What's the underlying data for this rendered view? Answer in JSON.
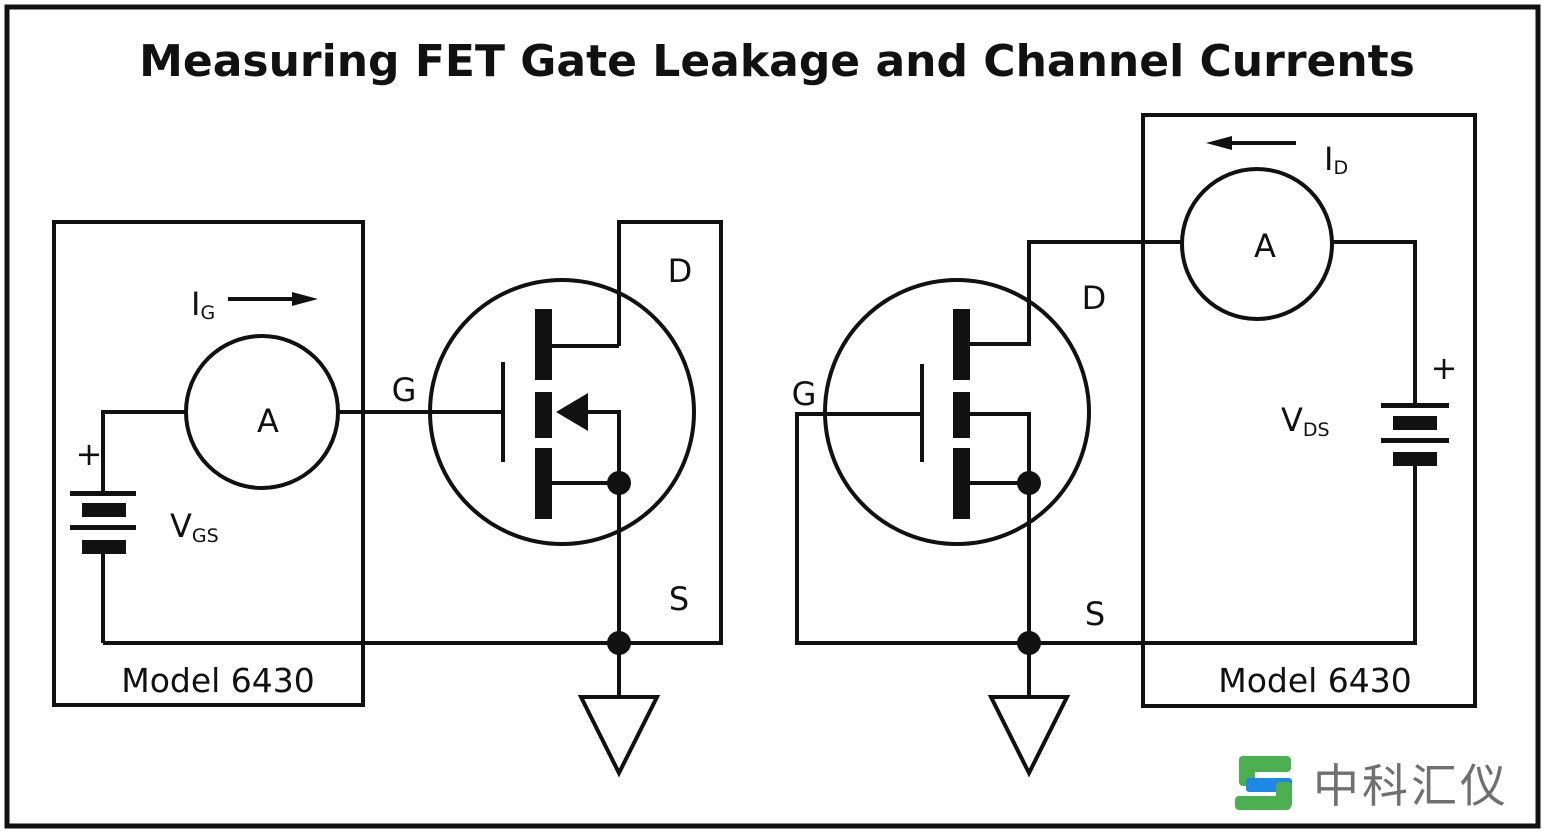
{
  "title": "Measuring FET Gate Leakage and Channel Currents",
  "left_circuit": {
    "ammeter": "A",
    "current_main": "I",
    "current_sub": "G",
    "source_main": "V",
    "source_sub": "GS",
    "plus": "+",
    "pin_gate": "G",
    "pin_drain": "D",
    "pin_source": "S",
    "instrument": "Model 6430"
  },
  "right_circuit": {
    "ammeter": "A",
    "current_main": "I",
    "current_sub": "D",
    "source_main": "V",
    "source_sub": "DS",
    "plus": "+",
    "pin_gate": "G",
    "pin_drain": "D",
    "pin_source": "S",
    "instrument": "Model 6430"
  },
  "watermark": {
    "text": "中科汇仪",
    "icon": "green-s-logo-icon",
    "colors": {
      "green": "#4caf50",
      "blue": "#1e88e5",
      "text": "#707070"
    }
  }
}
